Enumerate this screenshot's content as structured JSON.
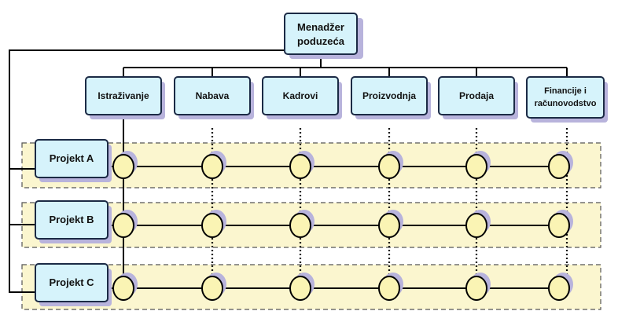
{
  "manager": {
    "line1": "Menadžer",
    "line2": "poduzeća"
  },
  "departments": [
    {
      "lines": [
        "Istraživanje"
      ]
    },
    {
      "lines": [
        "Nabava"
      ]
    },
    {
      "lines": [
        "Kadrovi"
      ]
    },
    {
      "lines": [
        "Proizvodnja"
      ]
    },
    {
      "lines": [
        "Prodaja"
      ]
    },
    {
      "lines": [
        "Financije i",
        "računovodstvo"
      ]
    }
  ],
  "projects": [
    {
      "label": "Projekt A"
    },
    {
      "label": "Projekt B"
    },
    {
      "label": "Projekt C"
    }
  ],
  "colors": {
    "box_fill": "#d6f3fb",
    "box_stroke": "#1b2a45",
    "box_shadow": "#b8b3dc",
    "band_fill": "#fbf6cf",
    "node_fill": "#faf4b4",
    "line": "#000000"
  }
}
